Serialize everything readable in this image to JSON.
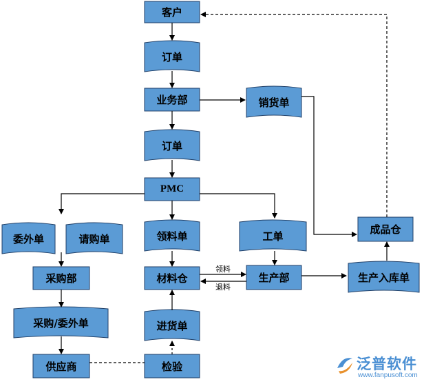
{
  "nodes": {
    "customer": "客户",
    "order_1": "订单",
    "sales_dept": "业务部",
    "sales_slip": "销货单",
    "order_2": "订单",
    "pmc": "PMC",
    "outsource_slip": "委外单",
    "purchase_request": "请购单",
    "material_request": "领料单",
    "work_order": "工单",
    "finished_warehouse": "成品仓",
    "purchasing_dept": "采购部",
    "material_warehouse": "材料仓",
    "production_dept": "生产部",
    "production_receipt": "生产入库单",
    "purchase_outsource_order": "采购/委外单",
    "goods_receipt": "进货单",
    "supplier": "供应商",
    "inspection": "检验"
  },
  "edge_labels": {
    "pick_material": "领料",
    "return_material": "退料"
  },
  "logo": {
    "name": "泛普软件",
    "url": "www.fanpusoft.com"
  },
  "colors": {
    "node_fill": "#5b9bd5",
    "node_border": "#1f3e66",
    "line": "#000000",
    "logo": "#4a8fd3"
  }
}
